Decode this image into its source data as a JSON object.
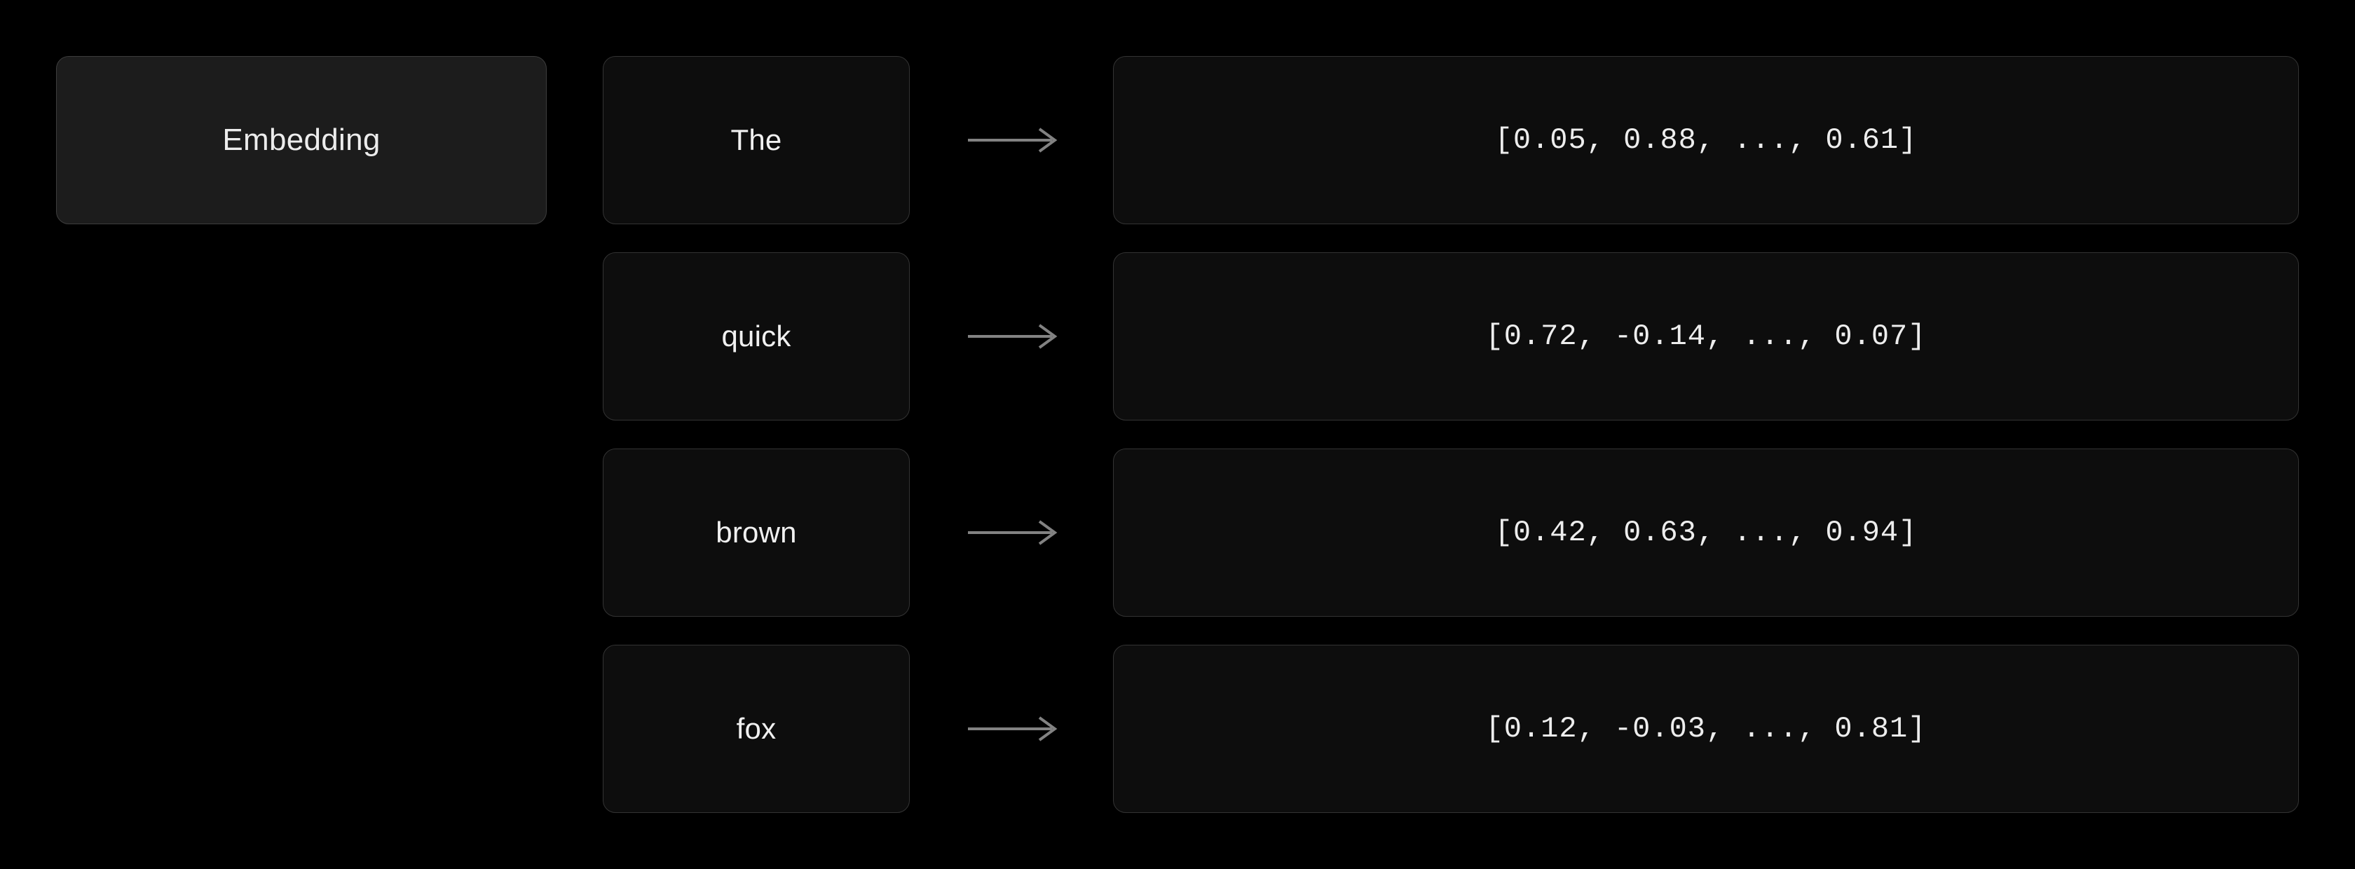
{
  "diagram": {
    "title": "Embedding",
    "background_color": "#000000",
    "panel_fill": "#1c1c1c",
    "row_fill": "#0d0d0d",
    "border_color": "#333333",
    "text_color": "#ececec",
    "arrow_color": "#828282",
    "arrow_icon": "arrow-right-icon"
  },
  "rows": [
    {
      "token": "The",
      "arrow": "⟶",
      "vector": "[0.05, 0.88, ..., 0.61]"
    },
    {
      "token": "quick",
      "arrow": "⟶",
      "vector": "[0.72, -0.14, ..., 0.07]"
    },
    {
      "token": "brown",
      "arrow": "⟶",
      "vector": "[0.42, 0.63, ..., 0.94]"
    },
    {
      "token": "fox",
      "arrow": "⟶",
      "vector": "[0.12, -0.03, ..., 0.81]"
    }
  ]
}
